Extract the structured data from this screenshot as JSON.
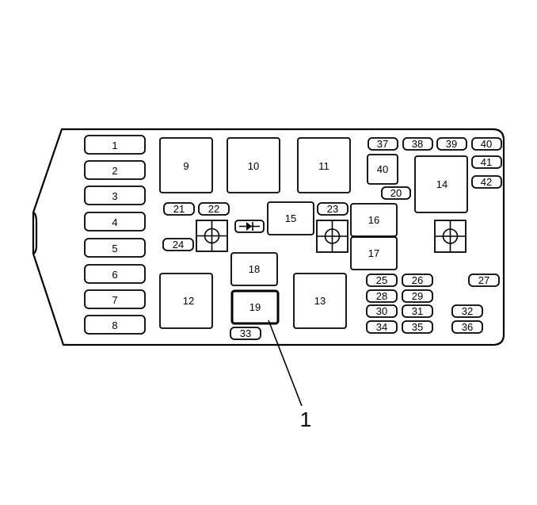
{
  "diagram": {
    "callout": "1",
    "fuses_left": [
      "1",
      "2",
      "3",
      "4",
      "5",
      "6",
      "7",
      "8"
    ],
    "relays_large": [
      "9",
      "10",
      "11",
      "12",
      "13",
      "14"
    ],
    "relays_medium": [
      "15",
      "16",
      "17",
      "18",
      "19",
      "40"
    ],
    "small_fuses": [
      "20",
      "21",
      "22",
      "23",
      "24",
      "25",
      "26",
      "27",
      "28",
      "29",
      "30",
      "31",
      "32",
      "33",
      "34",
      "35",
      "36",
      "37",
      "38",
      "39",
      "40",
      "41",
      "42"
    ]
  }
}
